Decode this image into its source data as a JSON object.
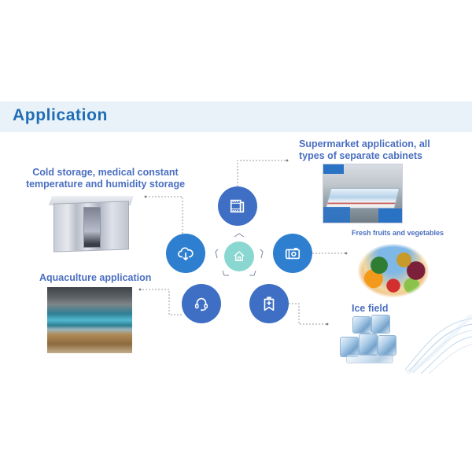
{
  "header": {
    "title": "Application",
    "band_color": "#e8f2f8",
    "title_color": "#1f6db4"
  },
  "labels": {
    "cold_storage": {
      "line1": "Cold storage, medical constant",
      "line2": "temperature and humidity storage"
    },
    "supermarket": {
      "line1": "Supermarket application, all",
      "line2": "types of separate cabinets"
    },
    "aquaculture": "Aquaculture application",
    "fruits": "Fresh fruits and vegetables",
    "ice": "Ice field",
    "label_color": "#4a6fc0"
  },
  "images": [
    {
      "name": "cold-storage-room",
      "description": "Cold storage room unit"
    },
    {
      "name": "supermarket-cabinet",
      "description": "Supermarket display freezer cabinets"
    },
    {
      "name": "fruits-vegetables",
      "description": "Fresh fruits and vegetables"
    },
    {
      "name": "aquaculture-tanks",
      "description": "Aquaculture fish tanks"
    },
    {
      "name": "ice-cubes",
      "description": "Ice cubes"
    }
  ],
  "diagram": {
    "center": {
      "icon": "home-icon",
      "color": "#8ad6d0"
    },
    "nodes": [
      {
        "id": "top",
        "icon": "film-icon",
        "color": "#3e6fc4",
        "links_to": "supermarket"
      },
      {
        "id": "left",
        "icon": "cloud-download-icon",
        "color": "#2f7fd0",
        "links_to": "cold_storage"
      },
      {
        "id": "right",
        "icon": "camera-icon",
        "color": "#2f7fd0",
        "links_to": "fruits"
      },
      {
        "id": "bottom-left",
        "icon": "headset-icon",
        "color": "#3e6fc4",
        "links_to": "aquaculture"
      },
      {
        "id": "bottom-right",
        "icon": "medicine-bookmark-icon",
        "color": "#3e6fc4",
        "links_to": "ice"
      }
    ],
    "connector_color": "#9a9aa6"
  }
}
